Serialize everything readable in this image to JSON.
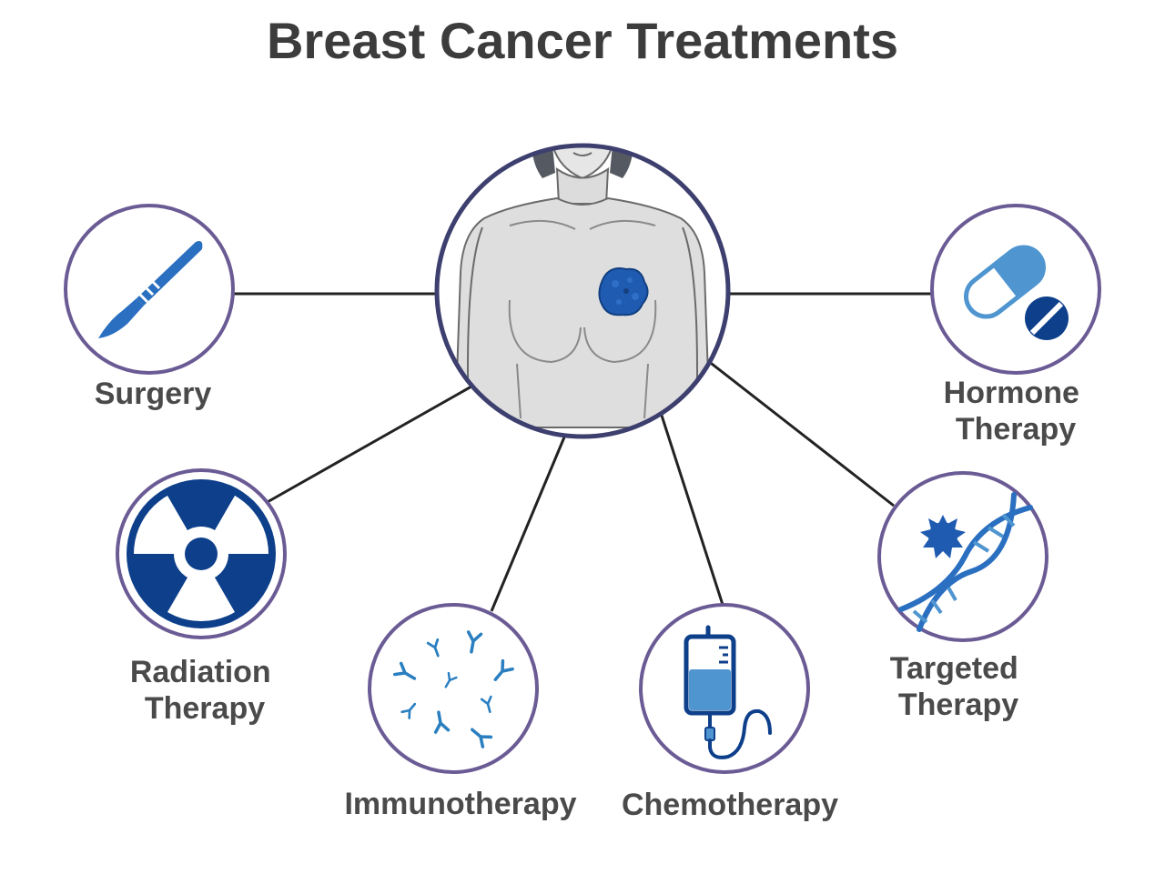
{
  "title": "Breast Cancer Treatments",
  "treatments": [
    {
      "id": "surgery",
      "label_lines": [
        "Surgery"
      ],
      "icon": "scalpel-icon"
    },
    {
      "id": "radiation",
      "label_lines": [
        "Radiation",
        "Therapy"
      ],
      "icon": "radiation-icon"
    },
    {
      "id": "immunotherapy",
      "label_lines": [
        "Immunotherapy"
      ],
      "icon": "antibodies-icon"
    },
    {
      "id": "chemotherapy",
      "label_lines": [
        "Chemotherapy"
      ],
      "icon": "iv-bag-icon"
    },
    {
      "id": "targeted",
      "label_lines": [
        "Targeted",
        "Therapy"
      ],
      "icon": "dna-target-icon"
    },
    {
      "id": "hormone",
      "label_lines": [
        "Hormone",
        "Therapy"
      ],
      "icon": "pill-icon"
    }
  ],
  "colors": {
    "ring": "#6b5b95",
    "center_ring": "#3d3f6e",
    "icon_dark": "#0d3f8a",
    "icon_mid": "#2a6fc0",
    "icon_light": "#4f95d0",
    "tumor": "#1f5bb0",
    "connector": "#222222",
    "title": "#3c3c3c",
    "label": "#4a4a4a"
  }
}
